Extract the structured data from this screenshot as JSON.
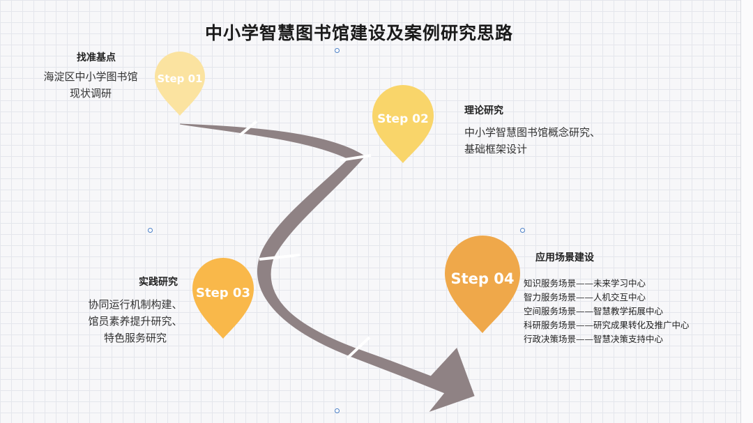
{
  "title": "中小学智慧图书馆建设及案例研究思路",
  "steps": [
    {
      "label": "Step 01",
      "color": "#fbe3a0",
      "title": "找准基点",
      "lines": [
        "海淀区中小学图书馆",
        "现状调研"
      ]
    },
    {
      "label": "Step 02",
      "color": "#f9d56a",
      "title": "理论研究",
      "lines": [
        "中小学智慧图书馆概念研究、",
        "基础框架设计"
      ]
    },
    {
      "label": "Step 03",
      "color": "#f9b84a",
      "title": "实践研究",
      "lines": [
        "协同运行机制构建、",
        "馆员素养提升研究、",
        "特色服务研究"
      ]
    },
    {
      "label": "Step 04",
      "color": "#efa84a",
      "title": "应用场景建设",
      "lines": [
        "知识服务场景——未来学习中心",
        "智力服务场景——人机交互中心",
        "空间服务场景——智慧教学拓展中心",
        "科研服务场景——研究成果转化及推广中心",
        "行政决策场景——智慧决策支持中心"
      ]
    }
  ],
  "road_color": "#8f8284"
}
